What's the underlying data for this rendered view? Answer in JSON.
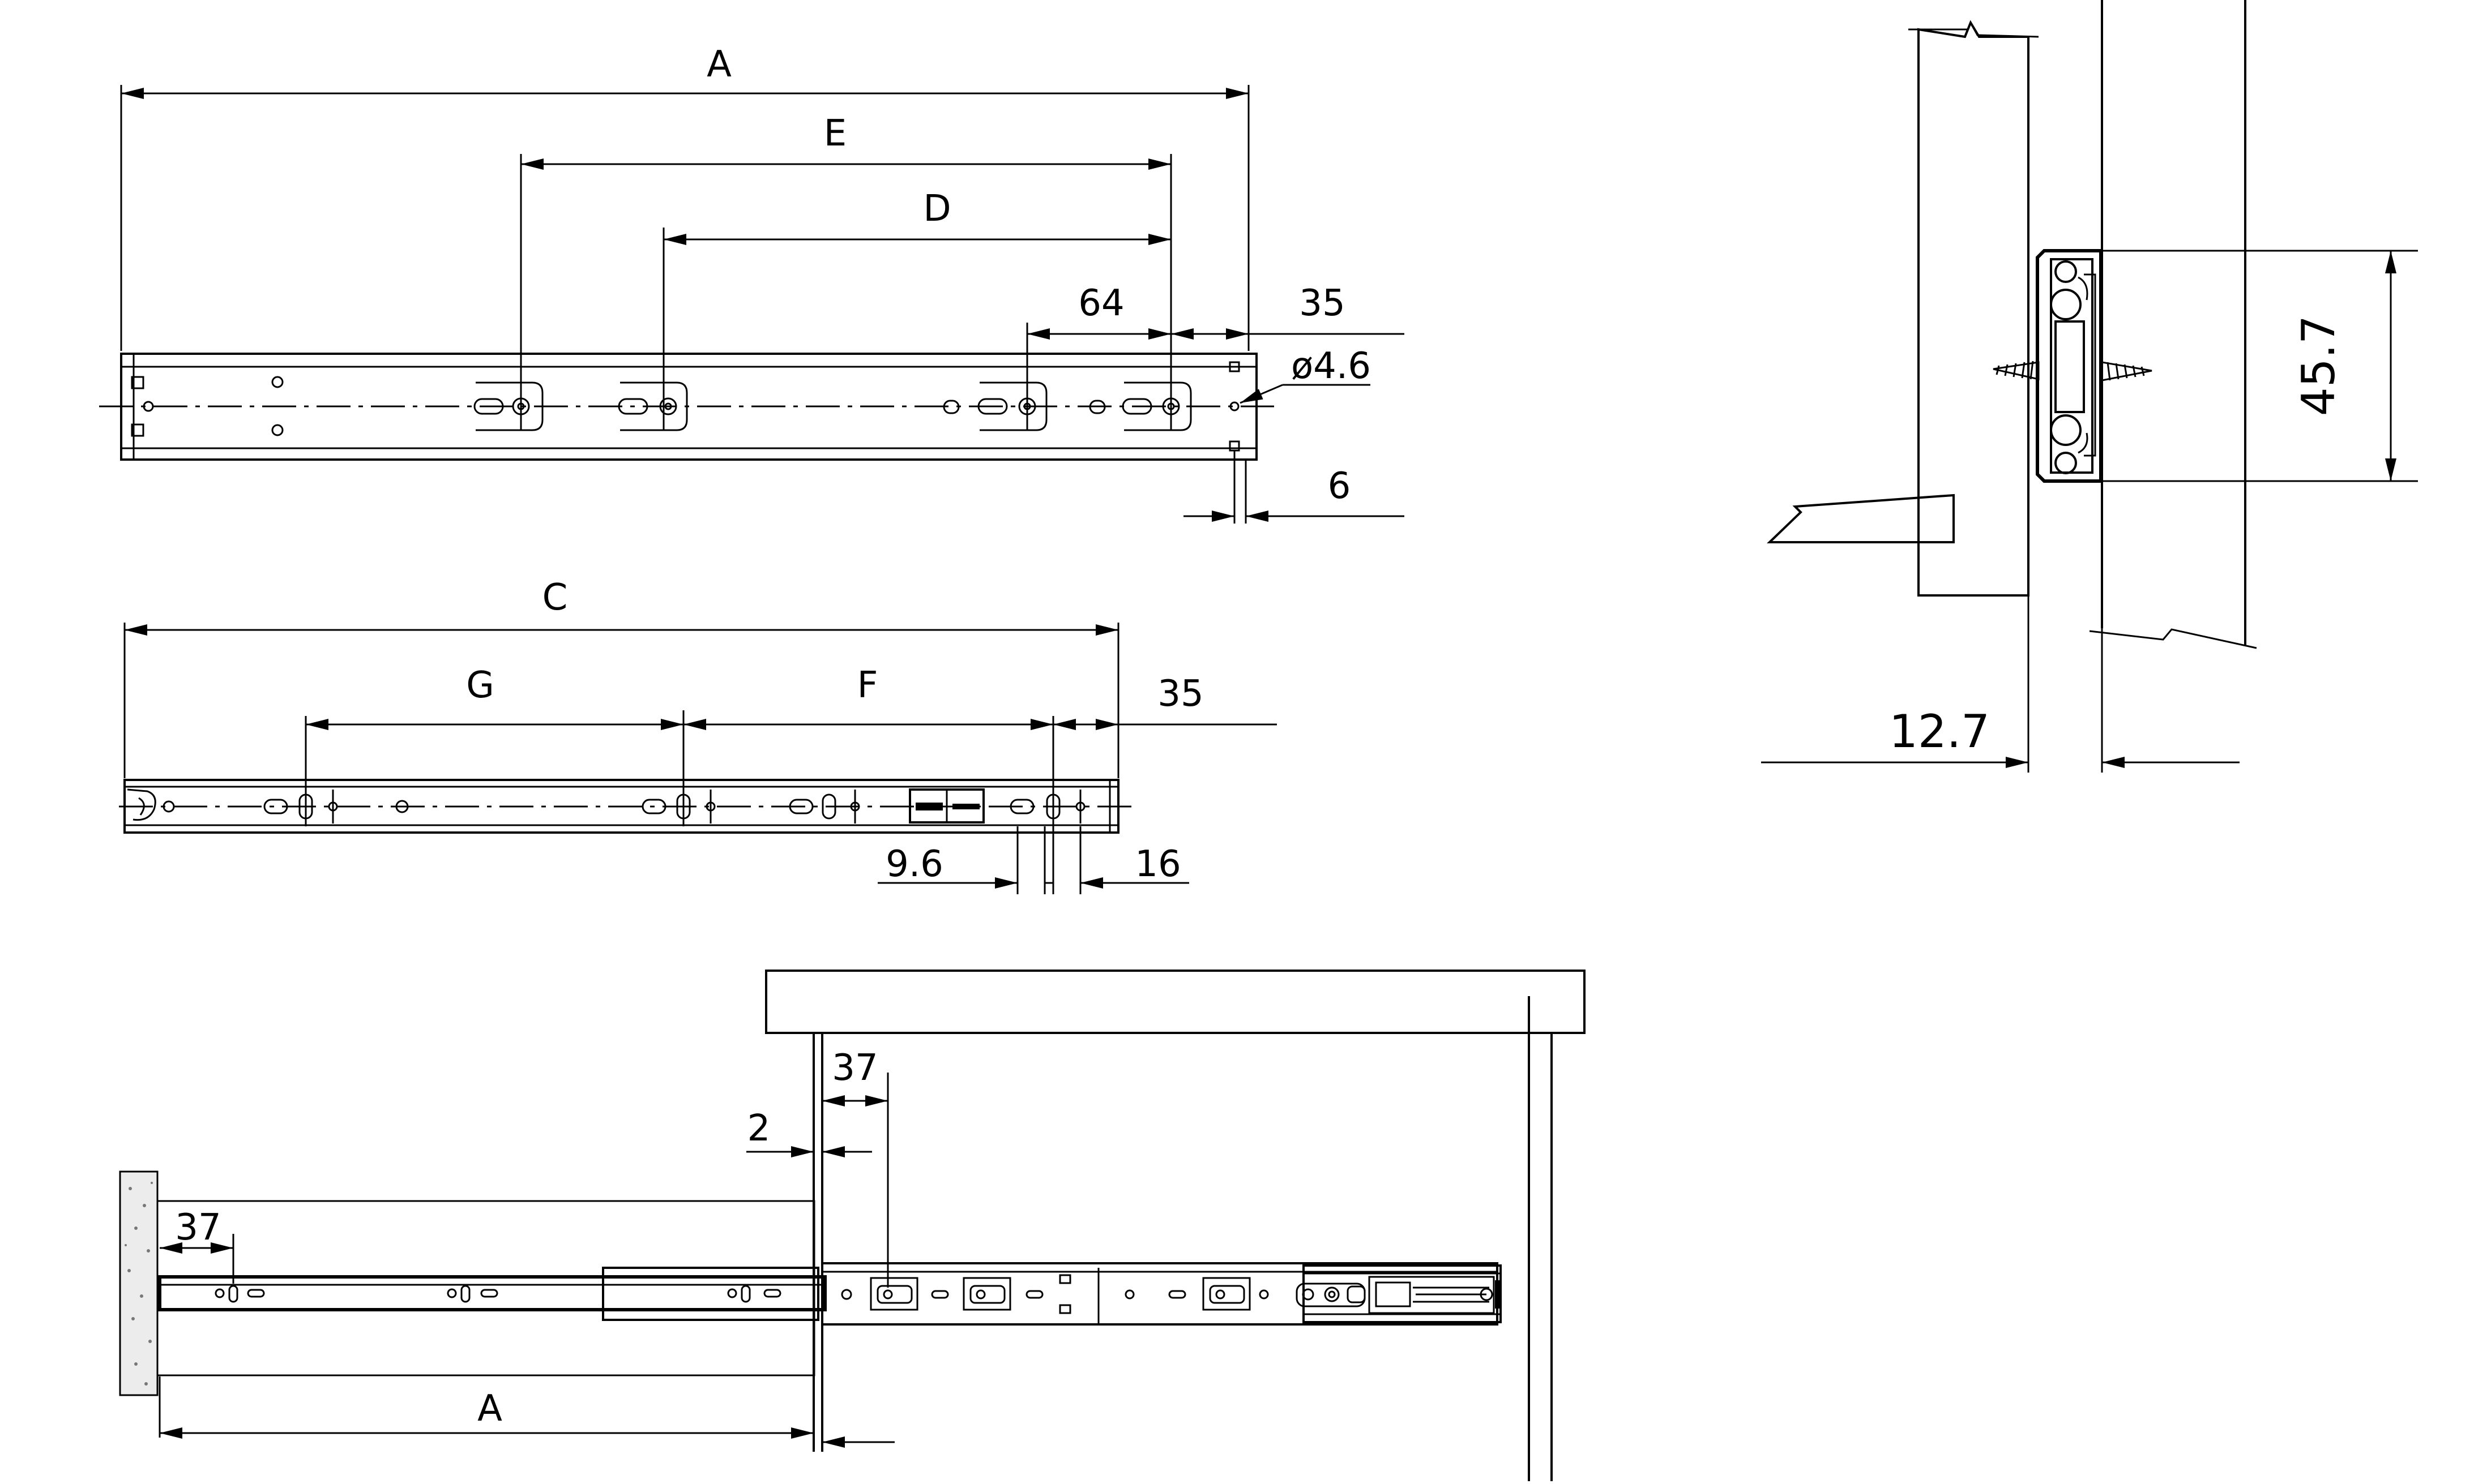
{
  "diagram": {
    "top_slide": {
      "labels": {
        "A": "A",
        "E": "E",
        "D": "D"
      },
      "dims": {
        "d64": "64",
        "d35": "35",
        "dia": "ø4.6",
        "d6": "6"
      }
    },
    "middle_slide": {
      "labels": {
        "C": "C",
        "G": "G",
        "F": "F"
      },
      "dims": {
        "d35": "35",
        "d9_6": "9.6",
        "d16": "16"
      }
    },
    "bottom_view": {
      "dims": {
        "d37_top": "37",
        "d2": "2",
        "d37_left": "37",
        "A": "A"
      }
    },
    "side_section": {
      "dims": {
        "h45_7": "45.7",
        "w12_7": "12.7"
      }
    }
  }
}
